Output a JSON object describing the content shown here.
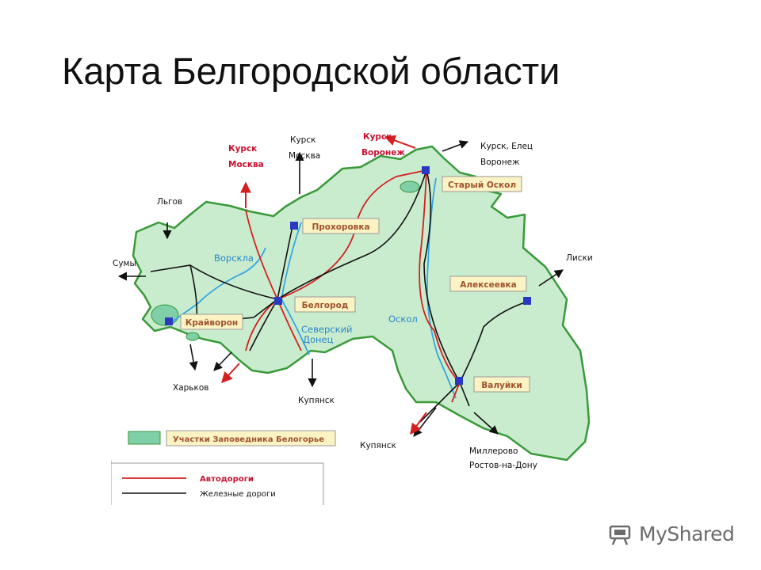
{
  "title": "Карта Белгородской области",
  "map": {
    "cities": [
      {
        "id": "stary-oskol",
        "label": "Старый Оскол"
      },
      {
        "id": "prokhorovka",
        "label": "Прохоровка"
      },
      {
        "id": "alekseevka",
        "label": "Алексеевка"
      },
      {
        "id": "belgorod",
        "label": "Белгород"
      },
      {
        "id": "krayvoron",
        "label": "Крайворон"
      },
      {
        "id": "valuyki",
        "label": "Валуйки"
      }
    ],
    "destinations": {
      "kursk_moskva_road_1": "Курск",
      "kursk_moskva_road_2": "Москва",
      "kursk_moskva_rail_1": "Курск",
      "kursk_moskva_rail_2": "Москва",
      "kursk_voronezh_road_1": "Курск",
      "kursk_voronezh_road_2": "Воронеж",
      "kursk_elets_1": "Курск, Елец",
      "kursk_elets_2": "Воронеж",
      "lgov": "Льгов",
      "sumy": "Сумы",
      "liski": "Лиски",
      "kharkov": "Харьков",
      "kupyansk_1": "Купянск",
      "kupyansk_2": "Купянск",
      "millerovo_1": "Миллерово",
      "millerovo_2": "Ростов-на-Дону"
    },
    "rivers": {
      "vorskla": "Ворскла",
      "seversky_1": "Северский",
      "seversky_2": "Донец",
      "oskol": "Оскол"
    },
    "legend": {
      "reserve": "Участки Заповедника Белогорье",
      "roads": "Автодороги",
      "railways": "Железные дороги"
    },
    "colors": {
      "land": "#c9ecce",
      "border": "#3a9a3a",
      "road": "#d42020",
      "rail": "#111111",
      "river": "#35a6e0",
      "reserve": "#7fcfa9",
      "city_marker": "#2b38c4"
    }
  },
  "watermark": {
    "text": "MyShared"
  }
}
